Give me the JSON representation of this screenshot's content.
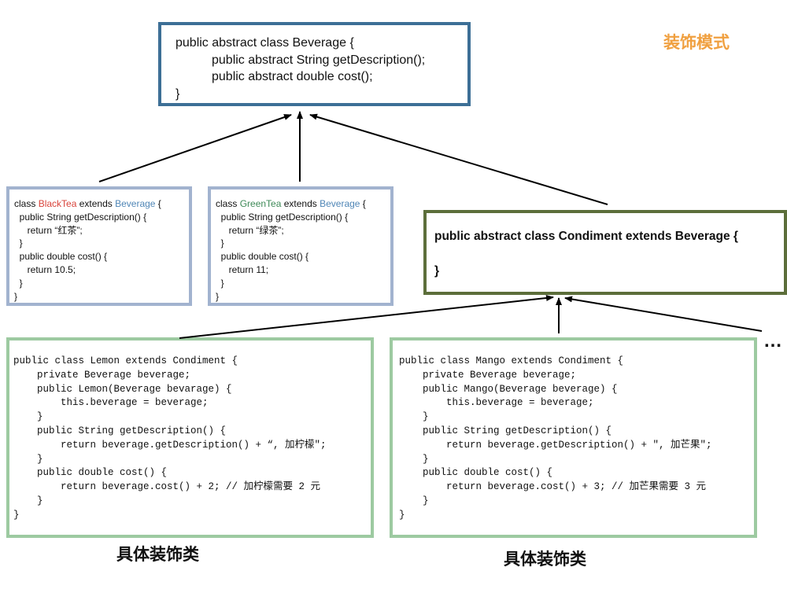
{
  "title": "装饰模式",
  "beverage": {
    "lines": [
      "public abstract class Beverage {",
      "public abstract String getDescription();",
      "public abstract double cost();",
      "}"
    ]
  },
  "black_tea": {
    "kw_class": "class ",
    "name": "BlackTea",
    "kw_extends": " extends ",
    "parent": "Beverage",
    "brace": " {",
    "lines": [
      "  public String getDescription() {",
      "     return “红茶”;",
      "  }",
      "  public double cost() {",
      "     return 10.5;",
      "  }",
      "}"
    ]
  },
  "green_tea": {
    "kw_class": "class ",
    "name": "GreenTea",
    "kw_extends": " extends ",
    "parent": "Beverage",
    "brace": " {",
    "lines": [
      "  public String getDescription() {",
      "     return “绿茶”;",
      "  }",
      "  public double cost() {",
      "     return 11;",
      "  }",
      "}"
    ]
  },
  "condiment": {
    "line1": "public abstract class Condiment extends Beverage {",
    "line2": "}"
  },
  "lemon": {
    "lines": [
      "public class Lemon extends Condiment {",
      "    private Beverage beverage;",
      "    public Lemon(Beverage bevarage) {",
      "        this.beverage = beverage;",
      "    }",
      "    public String getDescription() {",
      "        return beverage.getDescription() + “, 加柠檬\";",
      "    }",
      "    public double cost() {",
      "        return beverage.cost() + 2; // 加柠檬需要 2 元",
      "    }",
      "}"
    ]
  },
  "mango": {
    "lines": [
      "public class Mango extends Condiment {",
      "    private Beverage beverage;",
      "    public Mango(Beverage beverage) {",
      "        this.beverage = beverage;",
      "    }",
      "    public String getDescription() {",
      "        return beverage.getDescription() + \", 加芒果\";",
      "    }",
      "    public double cost() {",
      "        return beverage.cost() + 3; // 加芒果需要 3 元",
      "    }",
      "}"
    ]
  },
  "ellipsis": "…",
  "caption_left": "具体装饰类",
  "caption_right": "具体装饰类",
  "colors": {
    "title": "#f0a040",
    "beverage_border": "#3d6f96",
    "tea_border": "#a2b3cf",
    "condiment_border": "#5c6e3a",
    "decorator_border": "#9dcaa1",
    "class_name_red": "#d9433a",
    "class_name_green": "#3f8a58",
    "parent_name_blue": "#4f86b6"
  }
}
